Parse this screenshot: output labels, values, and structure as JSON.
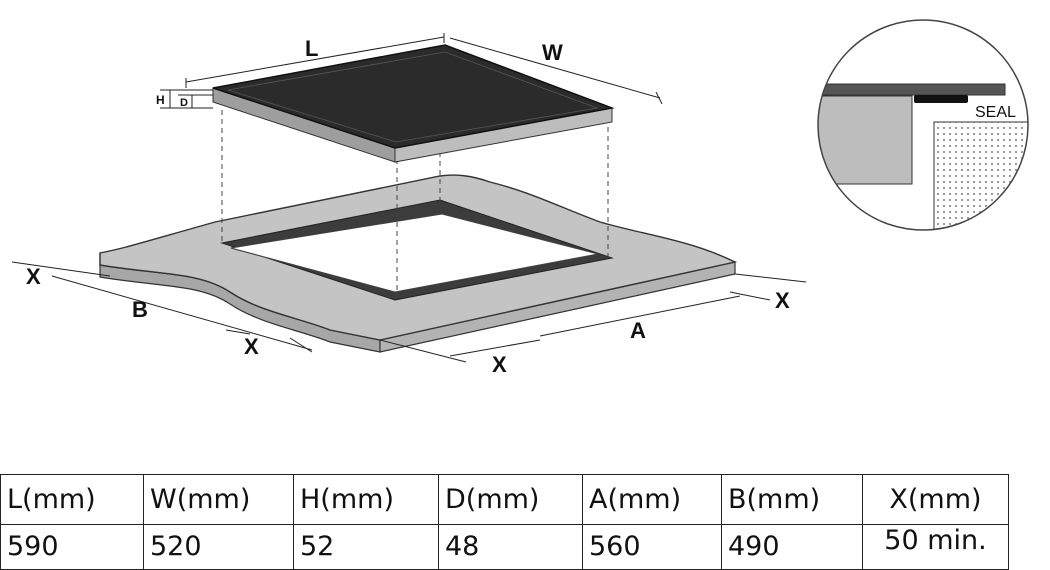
{
  "diagram": {
    "labels": {
      "l": "L",
      "w": "W",
      "h": "H",
      "d": "D",
      "a": "A",
      "b": "B",
      "x": "X",
      "seal": "SEAL"
    }
  },
  "table": {
    "headers": [
      "L(mm)",
      "W(mm)",
      "H(mm)",
      "D(mm)",
      "A(mm)",
      "B(mm)",
      "X(mm)"
    ],
    "values": [
      "590",
      "520",
      "52",
      "48",
      "560",
      "490",
      "50 min."
    ]
  },
  "colors": {
    "glass": "#2b2b2b",
    "frame": "#bdbdbd",
    "countertop": "#c4c4c4",
    "cutout_wall": "#3c3c3c",
    "seal": "#111111"
  }
}
